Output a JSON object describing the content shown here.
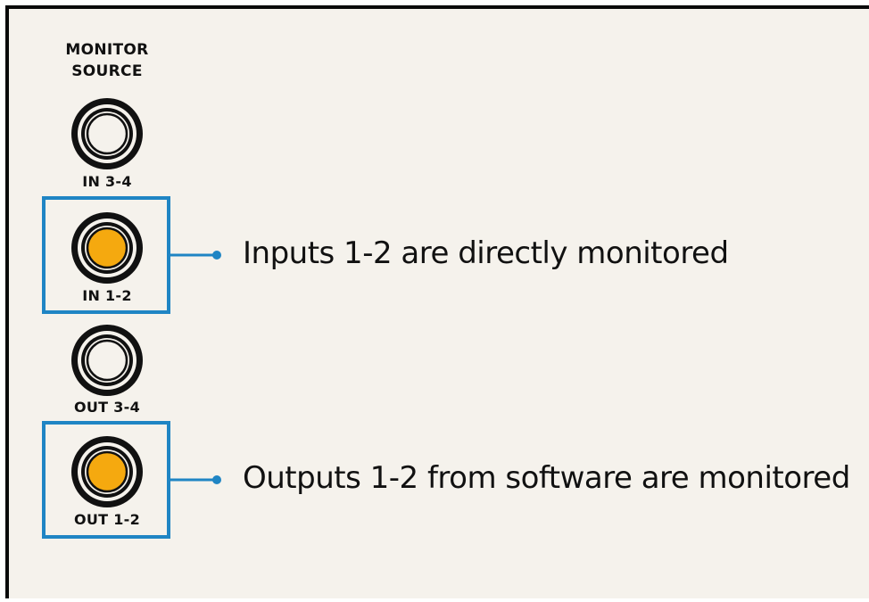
{
  "heading": {
    "line1": "MONITOR",
    "line2": "SOURCE"
  },
  "knobs": [
    {
      "label": "IN 3-4",
      "active": false
    },
    {
      "label": "IN 1-2",
      "active": true
    },
    {
      "label": "OUT 3-4",
      "active": false
    },
    {
      "label": "OUT 1-2",
      "active": true
    }
  ],
  "callouts": {
    "in12": "Inputs 1-2 are directly monitored",
    "out12": "Outputs 1-2 from software are monitored"
  },
  "colors": {
    "background": "#f5f2ec",
    "highlight": "#1f85c4",
    "active_fill": "#f5a90f",
    "ring": "#111111"
  }
}
